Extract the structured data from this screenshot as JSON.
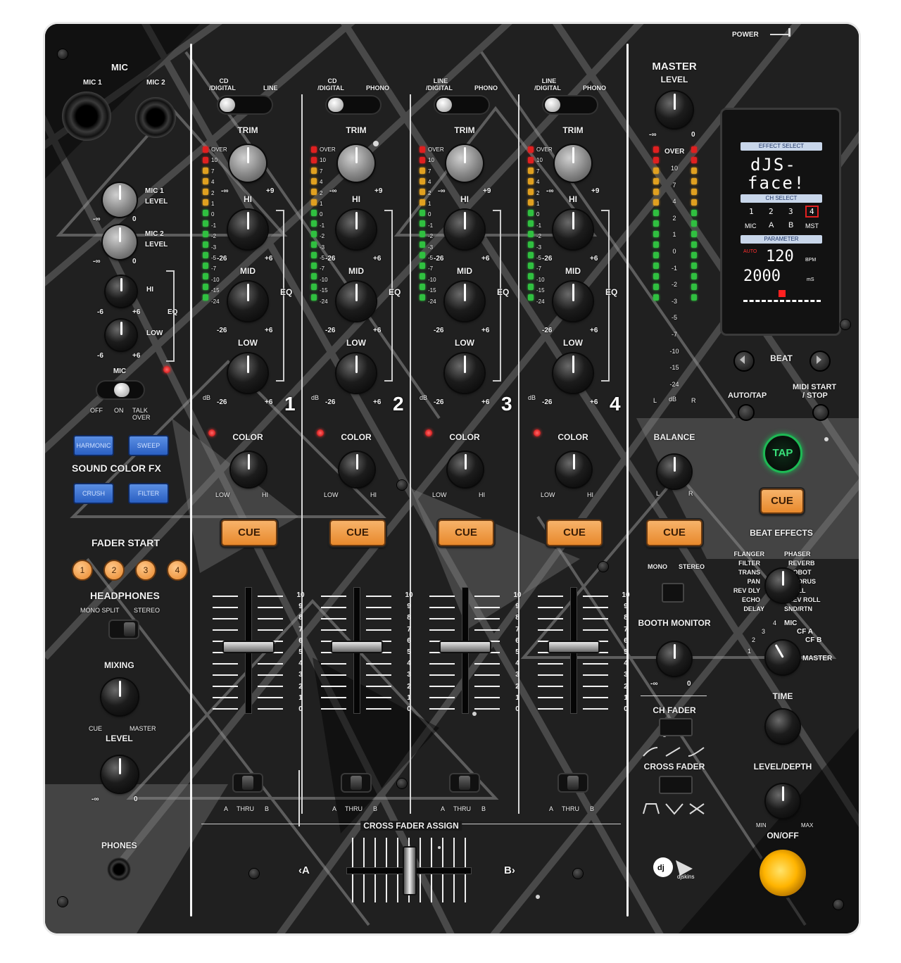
{
  "colors": {
    "cue_orange": "#e8892c",
    "fx_blue": "#2a5fc2",
    "tap_green": "#1db954",
    "onoff_yellow": "#ffb400",
    "led_red": "#cc0000"
  },
  "top": {
    "power": "POWER"
  },
  "mic": {
    "title": "MIC",
    "mic1": "MIC 1",
    "mic2": "MIC 2",
    "mic1_level": [
      "MIC 1",
      "LEVEL"
    ],
    "mic2_level": [
      "MIC 2",
      "LEVEL"
    ],
    "hi": "HI",
    "low": "LOW",
    "eq": "EQ",
    "minus_inf": "-∞",
    "zero": "0",
    "minus6": "-6",
    "plus6": "+6",
    "switch_label": "MIC",
    "off": "OFF",
    "on": "ON",
    "talk": "TALK",
    "over": "OVER"
  },
  "sound_color_fx": {
    "label": "SOUND COLOR FX",
    "buttons": [
      "HARMONIC",
      "SWEEP",
      "CRUSH",
      "FILTER"
    ]
  },
  "fader_start": {
    "label": "FADER START",
    "buttons": [
      "1",
      "2",
      "3",
      "4"
    ]
  },
  "headphones": {
    "label": "HEADPHONES",
    "mono_split": "MONO SPLIT",
    "stereo": "STEREO",
    "mixing": "MIXING",
    "cue": "CUE",
    "master": "MASTER",
    "level": "LEVEL",
    "minus_inf": "-∞",
    "zero": "0",
    "phones": "PHONES"
  },
  "channels": [
    {
      "number": "1",
      "src_left": [
        "CD",
        "/DIGITAL"
      ],
      "src_right": "LINE"
    },
    {
      "number": "2",
      "src_left": [
        "CD",
        "/DIGITAL"
      ],
      "src_right": "PHONO"
    },
    {
      "number": "3",
      "src_left": [
        "LINE",
        "/DIGITAL"
      ],
      "src_right": "PHONO"
    },
    {
      "number": "4",
      "src_left": [
        "LINE",
        "/DIGITAL"
      ],
      "src_right": "PHONO"
    }
  ],
  "channel_labels": {
    "trim": "TRIM",
    "hi": "HI",
    "mid": "MID",
    "low": "LOW",
    "eq": "EQ",
    "minus_inf": "-∞",
    "plus9": "+9",
    "minus26": "-26",
    "plus6": "+6",
    "color": "COLOR",
    "color_low": "LOW",
    "color_hi": "HI",
    "cue": "CUE",
    "a": "A",
    "thru": "THRU",
    "b": "B",
    "db": "dB"
  },
  "meter_scale": [
    "OVER",
    "10",
    "7",
    "4",
    "2",
    "1",
    "0",
    "-1",
    "-2",
    "-3",
    "-5",
    "-7",
    "-10",
    "-15",
    "-24"
  ],
  "fader_scale": [
    "10",
    "9",
    "8",
    "7",
    "6",
    "5",
    "4",
    "3",
    "2",
    "1",
    "0"
  ],
  "crossfader": {
    "assign_label": "CROSS FADER ASSIGN",
    "a": "‹A",
    "b": "B›"
  },
  "master": {
    "title": "MASTER",
    "level": "LEVEL",
    "minus_inf": "-∞",
    "zero": "0",
    "over": "OVER",
    "l": "L",
    "r": "R",
    "db": "dB",
    "balance": "BALANCE",
    "bal_l": "L",
    "bal_r": "R",
    "cue": "CUE",
    "mono": "MONO",
    "stereo": "STEREO",
    "booth_monitor": "BOOTH MONITOR",
    "ch_fader": "CH FADER",
    "cross_fader": "CROSS FADER"
  },
  "display": {
    "effect_select": "EFFECT SELECT",
    "name_line1": "dJS-",
    "name_line2": "face!",
    "ch_select": "CH SELECT",
    "ch_row1": [
      "1",
      "2",
      "3",
      "4"
    ],
    "ch_row2": [
      "MIC",
      "A",
      "B",
      "MST"
    ],
    "parameter": "PARAMETER",
    "auto": "AUTO",
    "bpm_value": "120",
    "bpm_unit": "BPM",
    "ms_value": "2000",
    "ms_unit": "mS"
  },
  "effects": {
    "beat": "BEAT",
    "auto_tap": "AUTO/TAP",
    "midi_start": [
      "MIDI START",
      "/ STOP"
    ],
    "tap": "TAP",
    "cue": "CUE",
    "beat_effects": "BEAT EFFECTS",
    "effect_list_left": [
      "FLANGER",
      "FILTER",
      "TRANS",
      "PAN",
      "REV DLY",
      "ECHO",
      "DELAY"
    ],
    "effect_list_right": [
      "PHASER",
      "REVERB",
      "ROBOT",
      "CHORUS",
      "ROLL",
      "REV ROLL",
      "SND/RTN"
    ],
    "assign_left": [
      "4",
      "3",
      "2",
      "1"
    ],
    "assign_right": [
      "MIC",
      "CF A",
      "CF B",
      "MASTER"
    ],
    "time": "TIME",
    "level_depth": "LEVEL/DEPTH",
    "min": "MIN",
    "max": "MAX",
    "on_off": "ON/OFF"
  },
  "branding": "djskins"
}
